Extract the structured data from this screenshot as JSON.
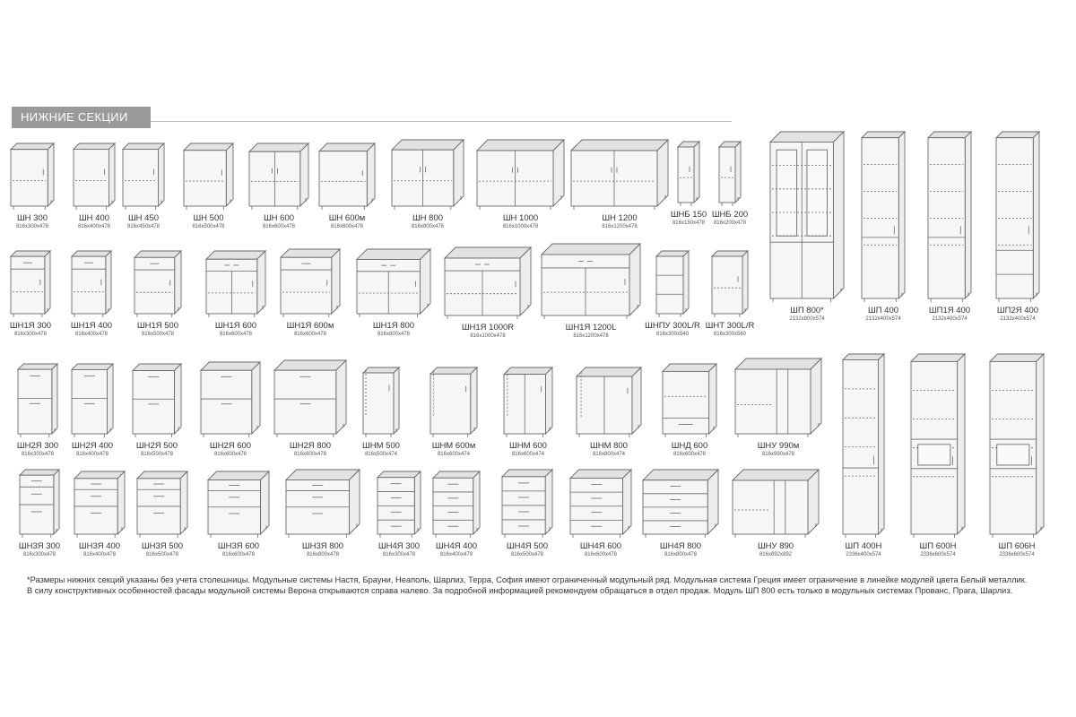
{
  "section_title": "НИЖНИЕ СЕКЦИИ",
  "footnote_line1": "*Размеры нижних секций указаны без учета столешницы. Модульные системы Настя, Брауни, Неаполь, Шарлиз, Терра, София имеют ограниченный модульный ряд. Модульная система Греция имеет ограничение в линейке модулей цвета Белый металлик.",
  "footnote_line2": "В силу конструктивных особенностей фасады модульной системы Верона открываются справа налево. За подробной информацией рекомендуем обращаться в отдел продаж. Модуль ШП 800 есть только в модульных системах Прованс, Прага, Шарлиз.",
  "cabinets": [
    {
      "code": "ШН 300",
      "dims": "816х300х478",
      "type": "door1"
    },
    {
      "code": "ШН 400",
      "dims": "816х400х478",
      "type": "door1"
    },
    {
      "code": "ШН 450",
      "dims": "816х450х478",
      "type": "door1"
    },
    {
      "code": "ШН 500",
      "dims": "816х500х478",
      "type": "door1"
    },
    {
      "code": "ШН 600",
      "dims": "816х600х478",
      "type": "door2"
    },
    {
      "code": "ШН 600м",
      "dims": "816х600х478",
      "type": "door1"
    },
    {
      "code": "ШН 800",
      "dims": "816х800х478",
      "type": "door2"
    },
    {
      "code": "ШН 1000",
      "dims": "816х1000х478",
      "type": "door2"
    },
    {
      "code": "ШН 1200",
      "dims": "816х1200х478",
      "type": "door2"
    },
    {
      "code": "ШНБ 150",
      "dims": "816х150х478",
      "type": "door1"
    },
    {
      "code": "ШНБ 200",
      "dims": "816х200х478",
      "type": "door1"
    },
    {
      "code": "ШН1Я 300",
      "dims": "816х300х478",
      "type": "drawer_door1"
    },
    {
      "code": "ШН1Я 400",
      "dims": "816х400х478",
      "type": "drawer_door1"
    },
    {
      "code": "ШН1Я 500",
      "dims": "816х500х478",
      "type": "drawer_door1"
    },
    {
      "code": "ШН1Я 600",
      "dims": "816х600х478",
      "type": "drawer_door2"
    },
    {
      "code": "ШН1Я 600м",
      "dims": "816х600х478",
      "type": "drawer_door1"
    },
    {
      "code": "ШН1Я 800",
      "dims": "816х800х478",
      "type": "drawer_door2"
    },
    {
      "code": "ШН1Я 1000R",
      "dims": "816х1000х478",
      "type": "drawer_door2"
    },
    {
      "code": "ШН1Я 1200L",
      "dims": "816х1200х478",
      "type": "drawer_door2"
    },
    {
      "code": "ШНПУ 300L/R",
      "dims": "816х300х540",
      "type": "open_round"
    },
    {
      "code": "ШНТ 300L/R",
      "dims": "816х300х560",
      "type": "door1"
    },
    {
      "code": "ШП 800*",
      "dims": "2132х800х574",
      "type": "tall_glass"
    },
    {
      "code": "ШП 400",
      "dims": "2132х400х574",
      "type": "tall_door"
    },
    {
      "code": "ШП1Я 400",
      "dims": "2132х400х574",
      "type": "tall_door"
    },
    {
      "code": "ШП2Я 400",
      "dims": "2132х400х574",
      "type": "tall_drawer"
    },
    {
      "code": "ШН2Я 300",
      "dims": "816х300х478",
      "type": "drawers2"
    },
    {
      "code": "ШН2Я 400",
      "dims": "816х400х478",
      "type": "drawers2"
    },
    {
      "code": "ШН2Я 500",
      "dims": "816х500х478",
      "type": "drawers2"
    },
    {
      "code": "ШН2Я 600",
      "dims": "816х600х478",
      "type": "drawers2"
    },
    {
      "code": "ШН2Я 800",
      "dims": "816х800х478",
      "type": "drawers2"
    },
    {
      "code": "ШНМ 500",
      "dims": "816х500х474",
      "type": "sink1"
    },
    {
      "code": "ШНМ 600м",
      "dims": "816х600х474",
      "type": "sink1"
    },
    {
      "code": "ШНМ 600",
      "dims": "816х600х474",
      "type": "sink2"
    },
    {
      "code": "ШНМ 800",
      "dims": "816х800х474",
      "type": "sink2"
    },
    {
      "code": "ШНД 600",
      "dims": "816х600х478",
      "type": "oven"
    },
    {
      "code": "ШНУ 990м",
      "dims": "816х990х478",
      "type": "corner"
    },
    {
      "code": "ШП 400Н",
      "dims": "2336х400х574",
      "type": "tall_door"
    },
    {
      "code": "ШП 600Н",
      "dims": "2336х600х574",
      "type": "tall_niche"
    },
    {
      "code": "ШП 606Н",
      "dims": "2336х600х574",
      "type": "tall_niche"
    },
    {
      "code": "ШН3Я 300",
      "dims": "816х300х478",
      "type": "drawers3"
    },
    {
      "code": "ШН3Я 400",
      "dims": "816х400х478",
      "type": "drawers3"
    },
    {
      "code": "ШН3Я 500",
      "dims": "816х500х478",
      "type": "drawers3"
    },
    {
      "code": "ШН3Я 600",
      "dims": "816х600х478",
      "type": "drawers3"
    },
    {
      "code": "ШН3Я 800",
      "dims": "816х800х478",
      "type": "drawers3"
    },
    {
      "code": "ШН4Я 300",
      "dims": "816х300х478",
      "type": "drawers4"
    },
    {
      "code": "ШН4Я 400",
      "dims": "816х400х479",
      "type": "drawers4"
    },
    {
      "code": "ШН4Я 500",
      "dims": "816х500х478",
      "type": "drawers4"
    },
    {
      "code": "ШН4Я 600",
      "dims": "816х600х478",
      "type": "drawers4"
    },
    {
      "code": "ШН4Я 800",
      "dims": "816х800х478",
      "type": "drawers4"
    },
    {
      "code": "ШНУ 890",
      "dims": "816х892х892",
      "type": "corner2"
    }
  ]
}
